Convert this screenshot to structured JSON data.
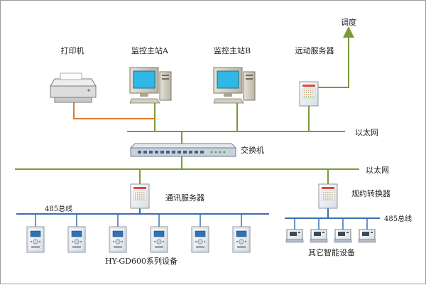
{
  "labels": {
    "printer": "打印机",
    "station_a": "监控主站A",
    "station_b": "监控主站B",
    "remote_server": "远动服务器",
    "dispatch": "调度",
    "ethernet_upper": "以太网",
    "switch": "交换机",
    "ethernet_lower": "以太网",
    "comm_server": "通讯服务器",
    "protocol_converter": "规约转换器",
    "bus_left": "485总线",
    "bus_right": "485总线",
    "devices_left": "HY-GD600系列设备",
    "devices_right": "其它智能设备"
  },
  "colors": {
    "network_line": "#7a9a3c",
    "printer_cable": "#e07a2a",
    "bus_line": "#3a6fb0",
    "screen": "#2fb7e6",
    "device_body": "#ffffff"
  }
}
